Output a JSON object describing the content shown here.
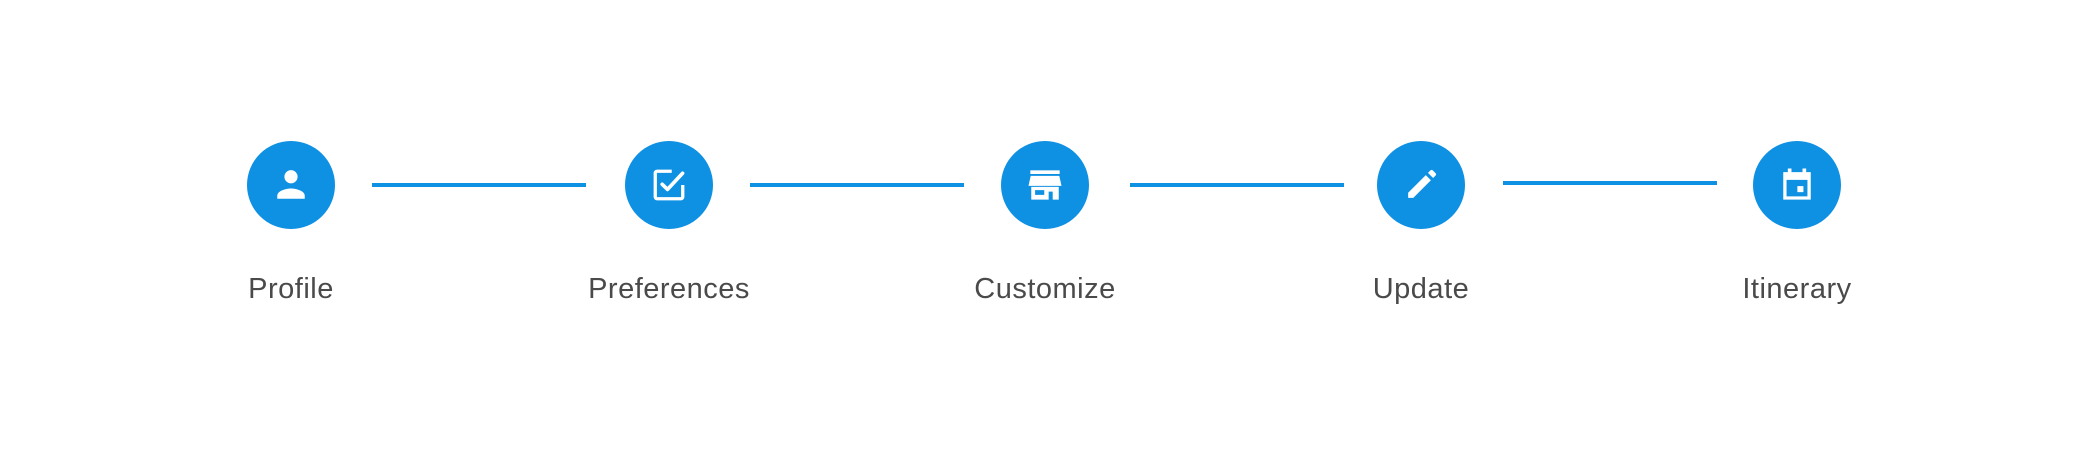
{
  "accent_color": "#0e90e3",
  "steps": [
    {
      "label": "Profile",
      "icon": "person-icon"
    },
    {
      "label": "Preferences",
      "icon": "checkbox-icon"
    },
    {
      "label": "Customize",
      "icon": "store-icon"
    },
    {
      "label": "Update",
      "icon": "pencil-icon"
    },
    {
      "label": "Itinerary",
      "icon": "calendar-icon"
    }
  ]
}
